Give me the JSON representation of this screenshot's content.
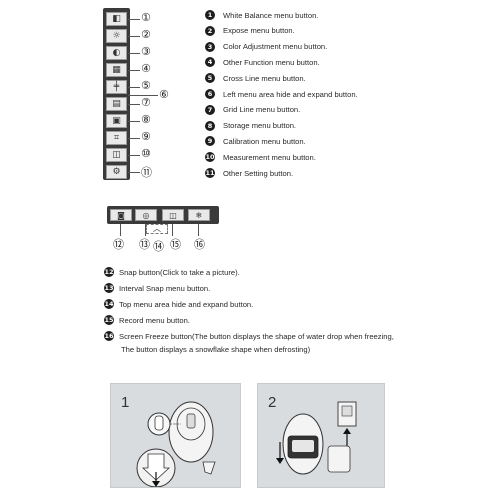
{
  "toolbar_vertical": {
    "buttons": [
      {
        "icon": "white-balance-icon",
        "glyph": "◧",
        "num": "①"
      },
      {
        "icon": "expose-icon",
        "glyph": "☼",
        "num": "②"
      },
      {
        "icon": "color-adjust-icon",
        "glyph": "◐",
        "num": "③"
      },
      {
        "icon": "other-function-icon",
        "glyph": "▦",
        "num": "④"
      },
      {
        "icon": "cross-line-icon",
        "glyph": "╪",
        "num": "⑤"
      },
      {
        "icon": "grid-line-icon",
        "glyph": "▤",
        "num": "⑦"
      },
      {
        "icon": "storage-icon",
        "glyph": "▣",
        "num": "⑧"
      },
      {
        "icon": "calibration-icon",
        "glyph": "⌗",
        "num": "⑨"
      },
      {
        "icon": "measurement-icon",
        "glyph": "◫",
        "num": "⑩"
      },
      {
        "icon": "other-setting-icon",
        "glyph": "⚙",
        "num": "⑪"
      }
    ],
    "left_menu_toggle_num": "⑥"
  },
  "legend_top": [
    {
      "n": "1",
      "text": "White Balance menu button."
    },
    {
      "n": "2",
      "text": "Expose menu button."
    },
    {
      "n": "3",
      "text": "Color Adjustment menu button."
    },
    {
      "n": "4",
      "text": "Other Function menu button."
    },
    {
      "n": "5",
      "text": "Cross Line menu button."
    },
    {
      "n": "6",
      "text": "Left menu area hide and expand button."
    },
    {
      "n": "7",
      "text": "Grid Line menu button."
    },
    {
      "n": "8",
      "text": "Storage menu button."
    },
    {
      "n": "9",
      "text": "Calibration menu button."
    },
    {
      "n": "10",
      "text": "Measurement menu button."
    },
    {
      "n": "11",
      "text": "Other Setting button."
    }
  ],
  "toolbar_horizontal": {
    "buttons": [
      {
        "icon": "snap-icon",
        "glyph": "◙",
        "num": "⑫"
      },
      {
        "icon": "interval-snap-icon",
        "glyph": "◎",
        "num": "⑬"
      },
      {
        "icon": "record-icon",
        "glyph": "◫",
        "num": "⑮"
      },
      {
        "icon": "freeze-icon",
        "glyph": "❄",
        "num": "⑯"
      }
    ],
    "top_menu_toggle_glyph": "︿",
    "top_menu_toggle_num": "⑭"
  },
  "legend_bottom": [
    {
      "n": "12",
      "text": "Snap button(Click to take a picture)."
    },
    {
      "n": "13",
      "text": "Interval Snap menu button."
    },
    {
      "n": "14",
      "text": "Top menu area hide and expand button."
    },
    {
      "n": "15",
      "text": "Record menu button."
    },
    {
      "n": "16",
      "text": "Screen Freeze button(The button displays the shape of water drop when freezing,"
    }
  ],
  "legend_bottom_cont": "The button displays a snowflake shape when defrosting)",
  "panels": {
    "left_label": "1",
    "right_label": "2"
  },
  "colors": {
    "toolbar_bg": "#3a3a3a",
    "button_bg": "#e9e9e9",
    "panel_bg": "#d8dcdf",
    "badge_bg": "#1e1e1e"
  }
}
